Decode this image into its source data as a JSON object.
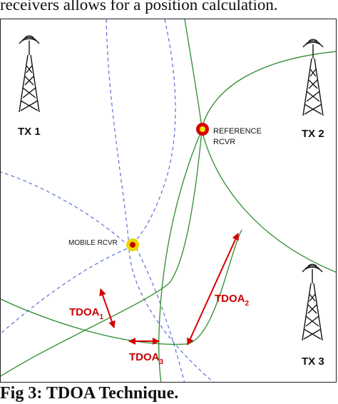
{
  "header_text": "receivers allows for a position calculation.",
  "caption": "Fig 3: TDOA Technique.",
  "diagram": {
    "transmitters": [
      {
        "label": "TX 1"
      },
      {
        "label": "TX 2"
      },
      {
        "label": "TX 3"
      }
    ],
    "reference_receiver": {
      "line1": "REFERENCE",
      "line2": "RCVR"
    },
    "mobile_receiver": {
      "label": "MOBILE RCVR"
    },
    "tdoa_labels": [
      {
        "base": "TDOA",
        "sub": "1"
      },
      {
        "base": "TDOA",
        "sub": "2"
      },
      {
        "base": "TDOA",
        "sub": "3"
      }
    ],
    "colors": {
      "blue_hyperbola": "#5b6fd6",
      "green_hyperbola": "#2e8b2e",
      "arrow_red": "#d40000",
      "ref_outer": "#d40000",
      "ref_inner": "#ffe600",
      "mobile_outer": "#e8d800",
      "mobile_inner": "#c80000"
    },
    "icons": [
      "antenna-tower-icon",
      "antenna-tower-icon",
      "antenna-tower-icon"
    ]
  }
}
